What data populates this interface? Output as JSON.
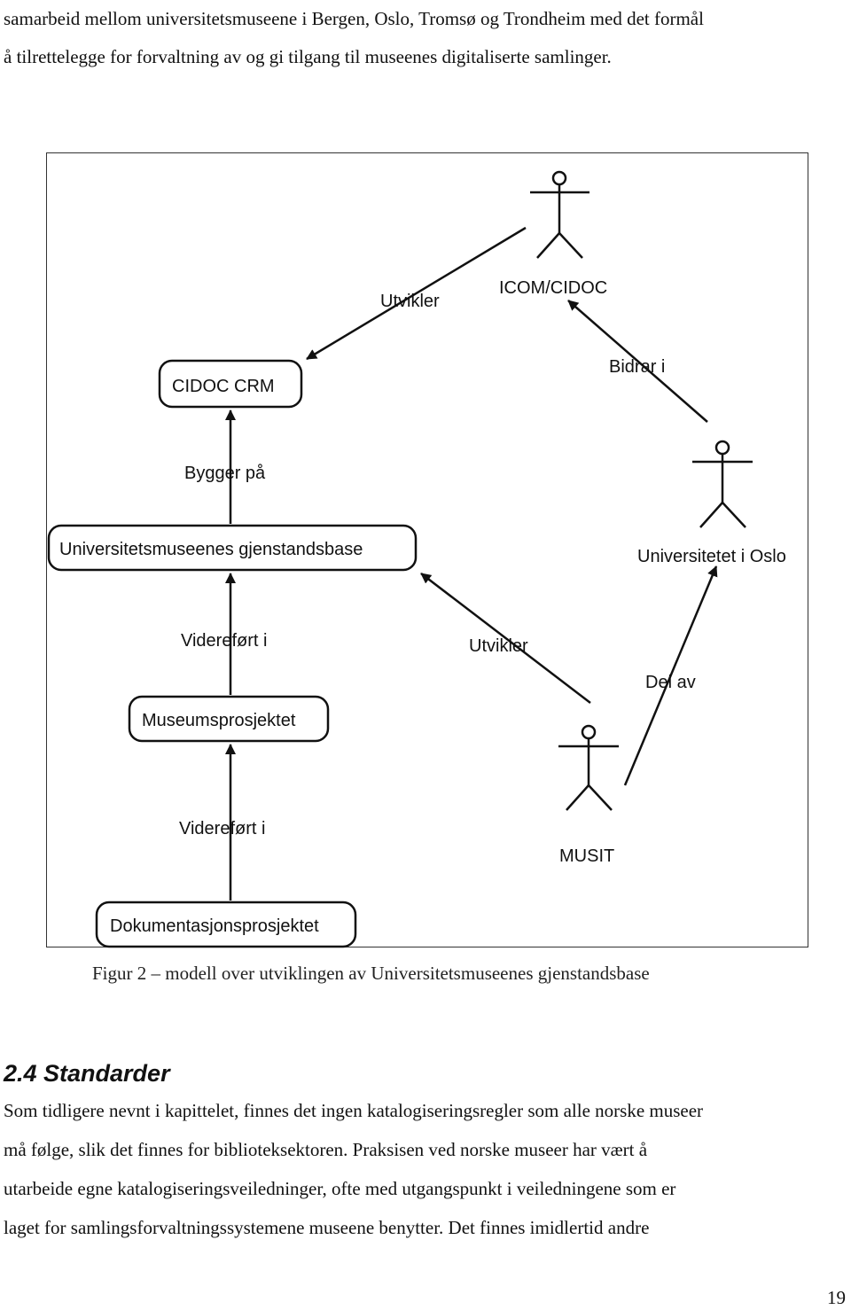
{
  "intro": {
    "line1": "samarbeid mellom universitetsmuseene i Bergen, Oslo, Tromsø og Trondheim med det formål",
    "line2": "å tilrettelegge for forvaltning av og gi tilgang til museenes digitaliserte samlinger."
  },
  "diagram": {
    "nodes": {
      "cidoc_crm": "CIDOC CRM",
      "gjenstandsbase": "Universitetsmuseenes gjenstandsbase",
      "museumsprosjektet": "Museumsprosjektet",
      "dokumentasjonsprosjektet": "Dokumentasjonsprosjektet"
    },
    "actors": {
      "icom": "ICOM/CIDOC",
      "uio": "Universitetet i Oslo",
      "musit": "MUSIT"
    },
    "edges": {
      "utvikler_top": "Utvikler",
      "bidrar_i": "Bidrar i",
      "bygger_pa": "Bygger på",
      "videreført_1": "Videreført i",
      "utvikler_mid": "Utvikler",
      "del_av": "Del av",
      "videreført_2": "Videreført i"
    }
  },
  "caption": "Figur 2 – modell over utviklingen av Universitetsmuseenes gjenstandsbase",
  "section": {
    "heading": "2.4 Standarder",
    "lines": [
      "Som tidligere nevnt i kapittelet, finnes det ingen katalogiseringsregler som alle norske museer",
      "må følge, slik det finnes for biblioteksektoren. Praksisen ved norske museer har vært å",
      "utarbeide egne katalogiseringsveiledninger, ofte med utgangspunkt i veiledningene som er",
      "laget for samlingsforvaltningssystemene museene benytter. Det finnes imidlertid andre"
    ]
  },
  "page_number": "19"
}
